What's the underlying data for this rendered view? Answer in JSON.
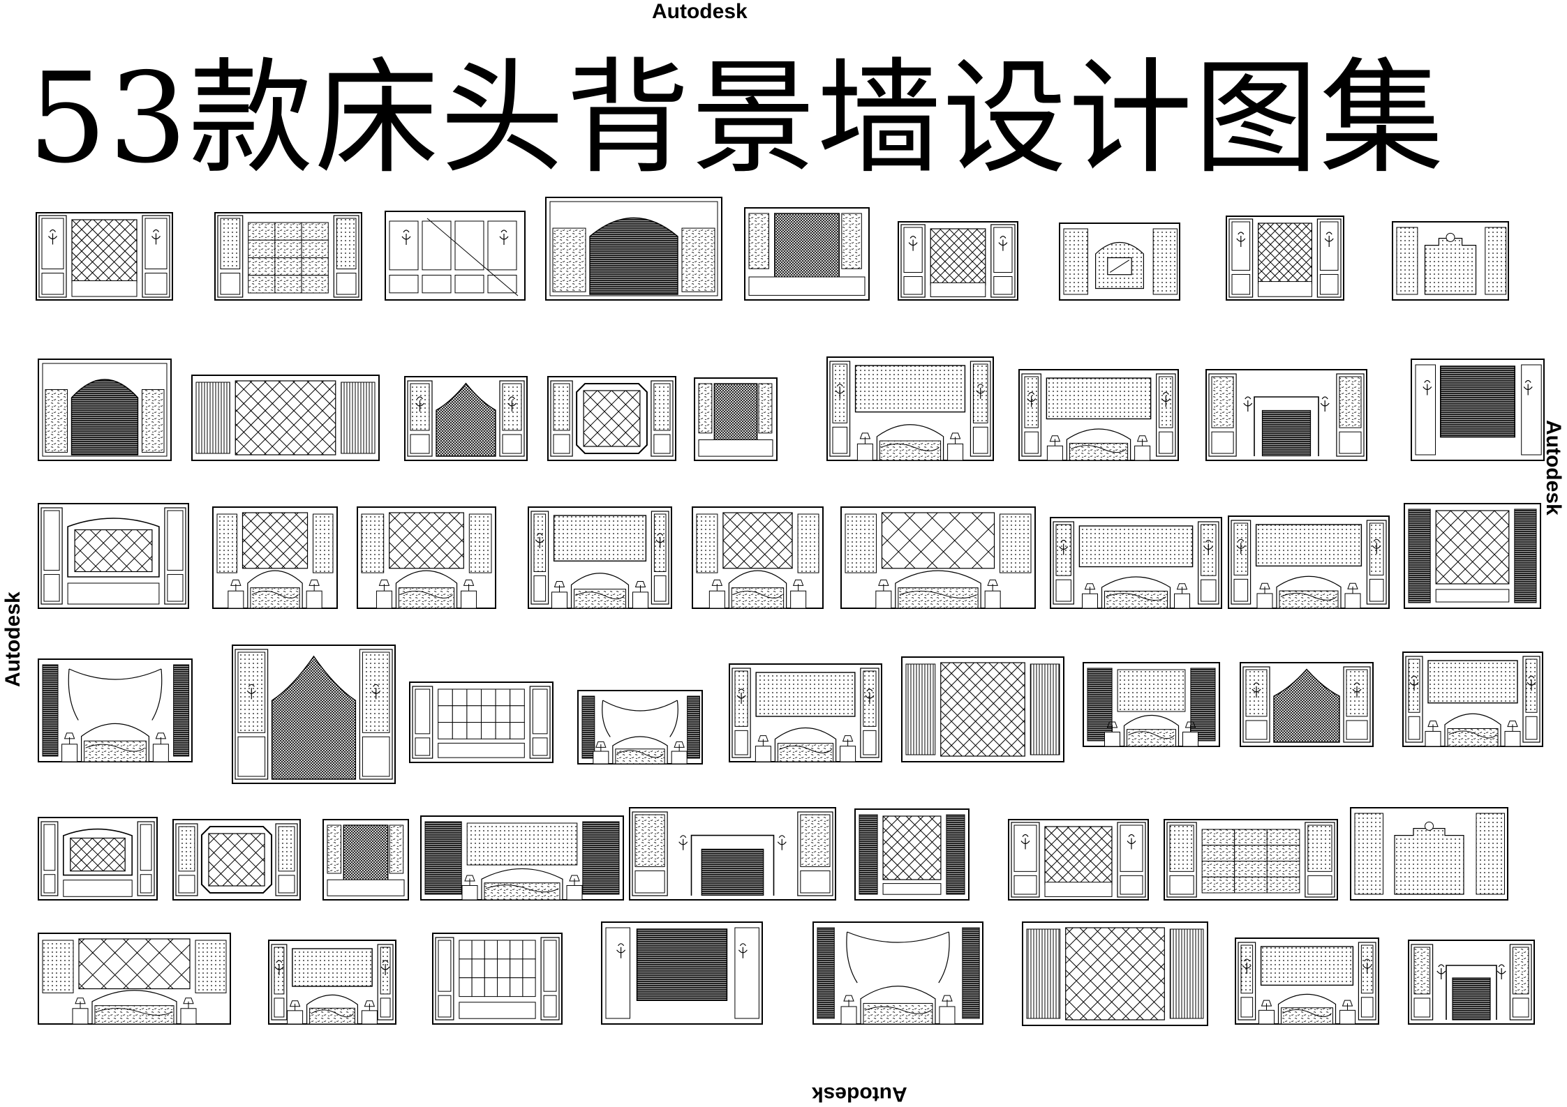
{
  "title": "53款床头背景墙设计图集",
  "watermarks": {
    "top": "Autodesk",
    "right": "Autodesk",
    "left": "Autodesk",
    "bottom": "Autodesk"
  },
  "elevations": [
    {
      "row": 1,
      "style": "diamond-sconce"
    },
    {
      "row": 1,
      "style": "tufted-panels"
    },
    {
      "row": 1,
      "style": "plain-panels"
    },
    {
      "row": 1,
      "style": "arched-alcove"
    },
    {
      "row": 1,
      "style": "framed-center"
    },
    {
      "row": 1,
      "style": "diamond-sconce"
    },
    {
      "row": 1,
      "style": "mirror-center"
    },
    {
      "row": 1,
      "style": "diamond-sconce"
    },
    {
      "row": 1,
      "style": "crest-panel"
    },
    {
      "row": 2,
      "style": "arched-alcove"
    },
    {
      "row": 2,
      "style": "diamond-wide"
    },
    {
      "row": 2,
      "style": "gothic-arch"
    },
    {
      "row": 2,
      "style": "diamond-octagon"
    },
    {
      "row": 2,
      "style": "framed-center"
    },
    {
      "row": 2,
      "style": "bed-panel"
    },
    {
      "row": 2,
      "style": "bed-panel"
    },
    {
      "row": 2,
      "style": "bed-fireplace"
    },
    {
      "row": 2,
      "style": "dark-center"
    },
    {
      "row": 3,
      "style": "diamond-crest"
    },
    {
      "row": 3,
      "style": "bed-diamond"
    },
    {
      "row": 3,
      "style": "bed-diamond"
    },
    {
      "row": 3,
      "style": "bed-panel"
    },
    {
      "row": 3,
      "style": "bed-diamond"
    },
    {
      "row": 3,
      "style": "bed-diamond"
    },
    {
      "row": 3,
      "style": "bed-panel"
    },
    {
      "row": 3,
      "style": "bed-panel"
    },
    {
      "row": 3,
      "style": "diamond-dark"
    },
    {
      "row": 4,
      "style": "canopy-bed"
    },
    {
      "row": 4,
      "style": "gothic-arch"
    },
    {
      "row": 4,
      "style": "grid-tufted"
    },
    {
      "row": 4,
      "style": "canopy-bed"
    },
    {
      "row": 4,
      "style": "bed-panel"
    },
    {
      "row": 4,
      "style": "diamond-wide"
    },
    {
      "row": 4,
      "style": "bed-dark-sides"
    },
    {
      "row": 4,
      "style": "gothic-arch"
    },
    {
      "row": 4,
      "style": "bed-panel"
    },
    {
      "row": 5,
      "style": "diamond-crest"
    },
    {
      "row": 5,
      "style": "diamond-octagon"
    },
    {
      "row": 5,
      "style": "framed-center"
    },
    {
      "row": 5,
      "style": "bed-dark-sides"
    },
    {
      "row": 5,
      "style": "bed-fireplace"
    },
    {
      "row": 5,
      "style": "diamond-dark"
    },
    {
      "row": 5,
      "style": "diamond-sconce"
    },
    {
      "row": 5,
      "style": "tufted-panels"
    },
    {
      "row": 5,
      "style": "crest-panel"
    },
    {
      "row": 6,
      "style": "bed-diamond"
    },
    {
      "row": 6,
      "style": "bed-panel"
    },
    {
      "row": 6,
      "style": "grid-tufted"
    },
    {
      "row": 6,
      "style": "dark-center"
    },
    {
      "row": 6,
      "style": "canopy-bed"
    },
    {
      "row": 6,
      "style": "diamond-wide"
    },
    {
      "row": 6,
      "style": "bed-panel"
    },
    {
      "row": 6,
      "style": "bed-fireplace"
    }
  ]
}
